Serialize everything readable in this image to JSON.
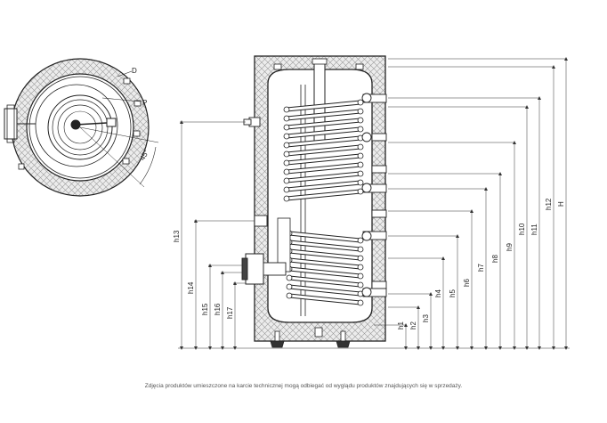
{
  "top_view": {
    "labels": {
      "d": "D",
      "p": "P",
      "angle": "45°"
    }
  },
  "side_view": {
    "right_dims": [
      "h1",
      "h2",
      "h3",
      "h4",
      "h5",
      "h6",
      "h7",
      "h8",
      "h9",
      "h10",
      "h11",
      "h12",
      "H"
    ],
    "left_dims": [
      "h13",
      "h14",
      "h15",
      "h16",
      "h17"
    ]
  },
  "caption": "Zdjęcia produktów umieszczone na karcie technicznej mogą odbiegać od wyglądu produktów znajdujących się w sprzedaży."
}
